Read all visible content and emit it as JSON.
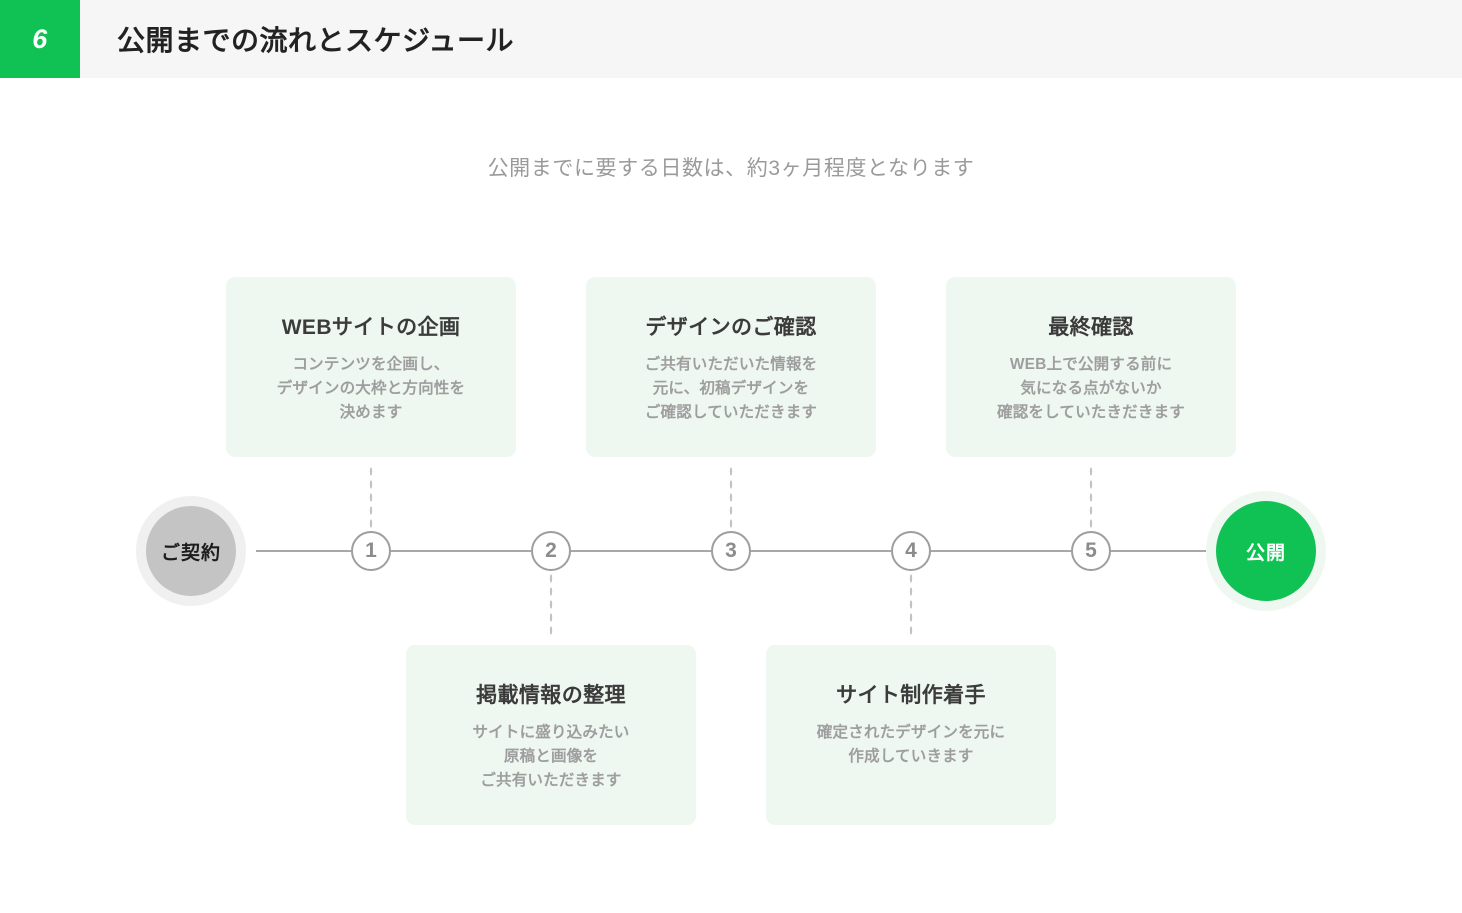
{
  "header": {
    "badge_number": "6",
    "title": "公開までの流れとスケジュール",
    "badge_color": "#10c254",
    "band_color": "#f6f6f6"
  },
  "subtitle": "公開までに要する日数は、約3ヶ月程度となります",
  "timeline": {
    "start_label": "ご契約",
    "end_label": "公開",
    "start_color": "#c4c4c4",
    "end_color": "#10c254",
    "line_color": "#a8a8a8",
    "milestone_color": "#9e9e9e",
    "connector_color": "#c2c2c2",
    "card_background": "#eff7f1",
    "milestones": [
      {
        "number": "1",
        "position": "top",
        "title": "WEBサイトの企画",
        "description": "コンテンツを企画し、\nデザインの大枠と方向性を\n決めます"
      },
      {
        "number": "2",
        "position": "bottom",
        "title": "掲載情報の整理",
        "description": "サイトに盛り込みたい\n原稿と画像を\nご共有いただきます"
      },
      {
        "number": "3",
        "position": "top",
        "title": "デザインのご確認",
        "description": "ご共有いただいた情報を\n元に、初稿デザインを\nご確認していただきます"
      },
      {
        "number": "4",
        "position": "bottom",
        "title": "サイト制作着手",
        "description": "確定されたデザインを元に\n作成していきます"
      },
      {
        "number": "5",
        "position": "top",
        "title": "最終確認",
        "description": "WEB上で公開する前に\n気になる点がないか\n確認をしていたきだきます"
      }
    ]
  }
}
